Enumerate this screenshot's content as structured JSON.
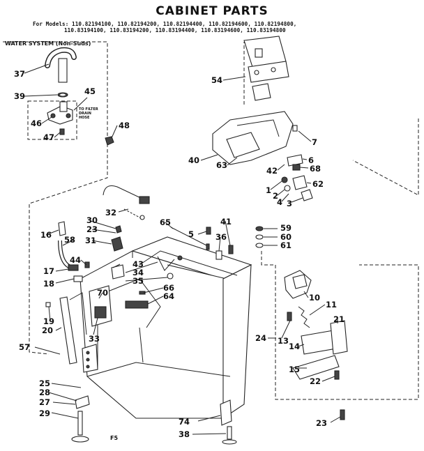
{
  "title": "CABINET PARTS",
  "models_line1": "For Models: 110.82194100, 110.82194200, 110.82194400, 110.82194600, 110.82194800,",
  "models_line2": "110.83194100, 110.83194200, 110.83194400, 110.83194600, 110.83194800",
  "water_system_label": "WATER SYSTEM (Non-Suds)",
  "drain_note": [
    "TO FILTER",
    "DRAIN",
    "HOSE"
  ],
  "corner_mark": "F5",
  "callouts": [
    "37",
    "39",
    "45",
    "46",
    "47",
    "48",
    "54",
    "7",
    "40",
    "63",
    "42",
    "6",
    "68",
    "62",
    "1",
    "2",
    "4",
    "3",
    "32",
    "30",
    "23",
    "31",
    "16",
    "58",
    "17",
    "18",
    "44",
    "43",
    "34",
    "35",
    "66",
    "64",
    "70",
    "65",
    "5",
    "36",
    "41",
    "59",
    "60",
    "61",
    "10",
    "11",
    "19",
    "20",
    "33",
    "57",
    "13",
    "24",
    "14",
    "21",
    "15",
    "22",
    "25",
    "28",
    "27",
    "29",
    "74",
    "38",
    "23"
  ]
}
